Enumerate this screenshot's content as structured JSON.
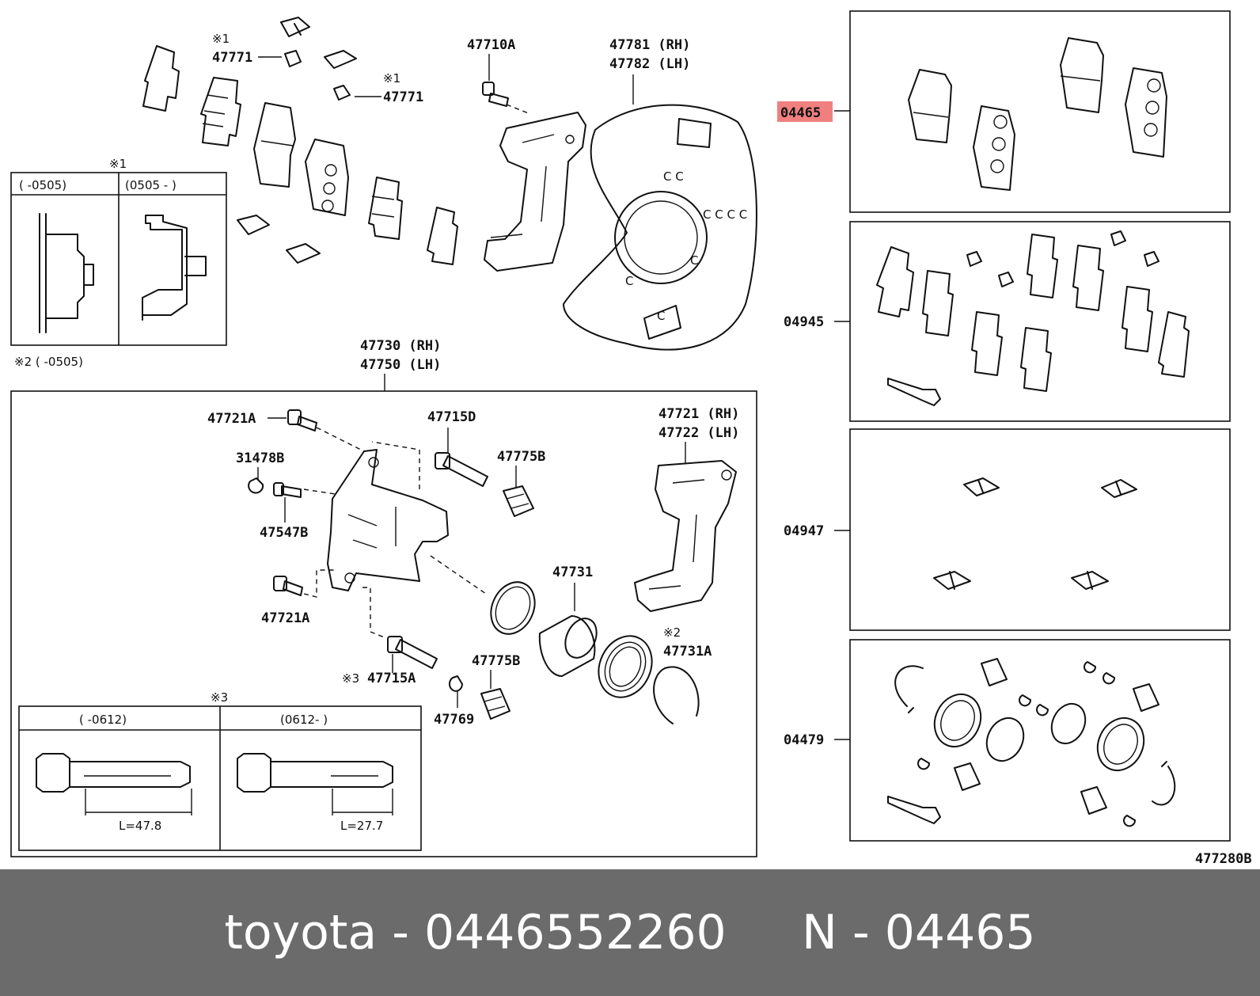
{
  "diagram": {
    "catalog_ref": "477280B",
    "notes": {
      "note1": "※1",
      "note2": "※2",
      "note3": "※3",
      "note2_range": "※2 (      -0505)"
    },
    "inset_pad_clip": {
      "col1": "(      -0505)",
      "col2": "(0505 -      )"
    },
    "inset_pin": {
      "col1": "(      -0612)",
      "col2": "(0612-      )",
      "len1": "L=47.8",
      "len2": "L=27.7"
    },
    "parts": [
      {
        "code": "47771"
      },
      {
        "code": "47771"
      },
      {
        "code": "47710A"
      },
      {
        "code": "47781 (RH)"
      },
      {
        "code": "47782 (LH)"
      },
      {
        "code": "47730 (RH)"
      },
      {
        "code": "47750 (LH)"
      },
      {
        "code": "47721A"
      },
      {
        "code": "47715D"
      },
      {
        "code": "31478B"
      },
      {
        "code": "47775B"
      },
      {
        "code": "47547B"
      },
      {
        "code": "47721 (RH)"
      },
      {
        "code": "47722 (LH)"
      },
      {
        "code": "47731"
      },
      {
        "code": "47721A"
      },
      {
        "code": "47731A"
      },
      {
        "code": "47715A"
      },
      {
        "code": "47775B"
      },
      {
        "code": "47769"
      }
    ],
    "kits": [
      {
        "code": "04465",
        "highlighted": true,
        "highlight_color": "#f08080"
      },
      {
        "code": "04945"
      },
      {
        "code": "04947"
      },
      {
        "code": "04479"
      }
    ]
  },
  "footer": {
    "text": "toyota - 0446552260     N - 04465"
  }
}
